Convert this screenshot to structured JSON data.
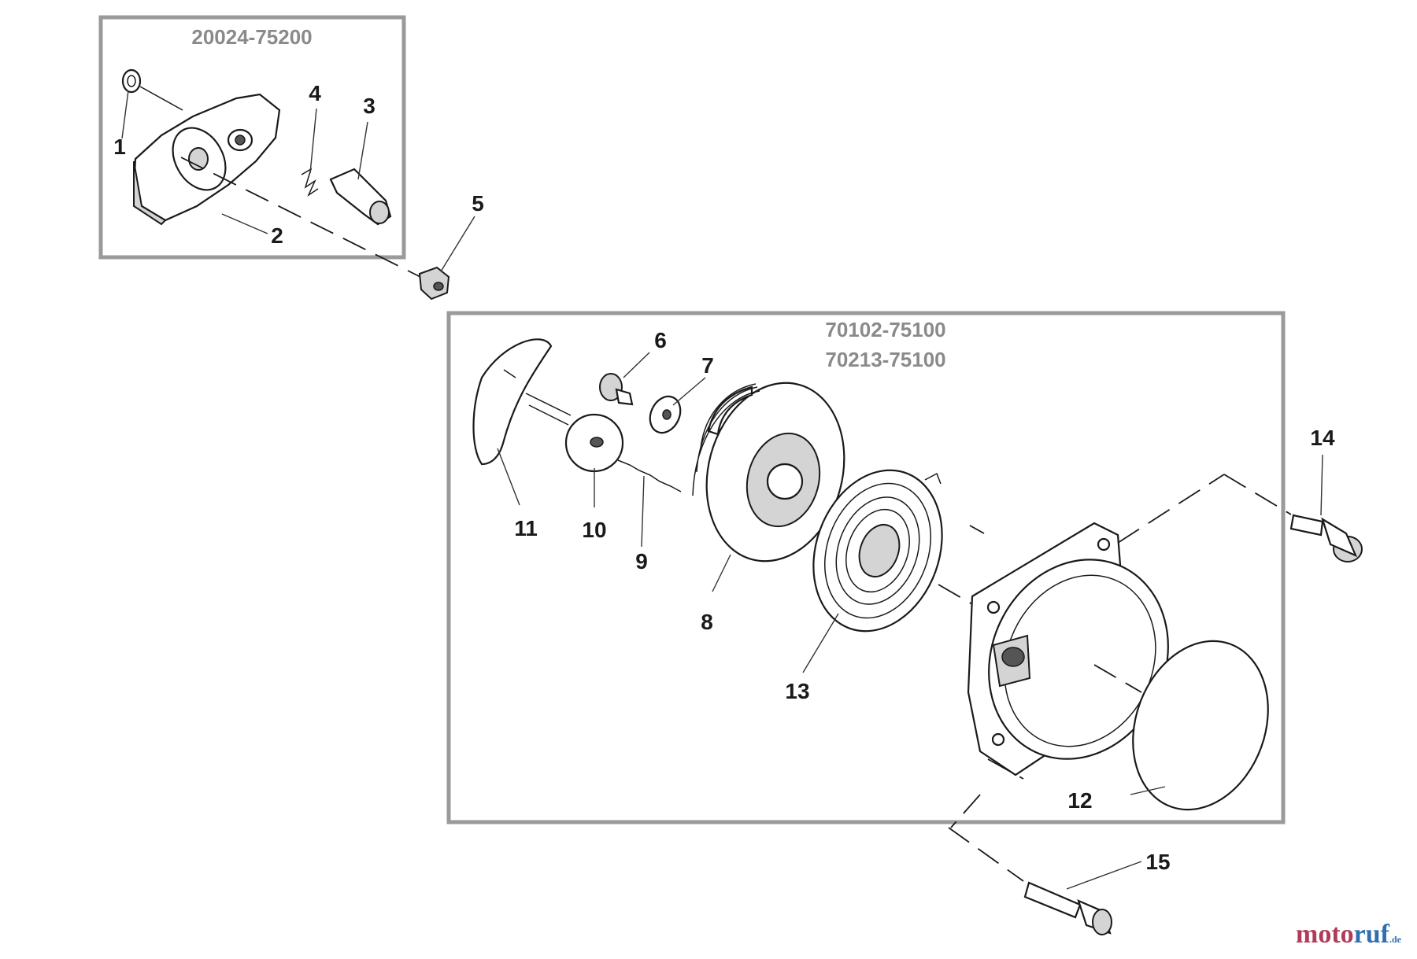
{
  "assemblies": [
    "20024-75200",
    "70102-75100",
    "70213-75100"
  ],
  "callouts": [
    "1",
    "2",
    "3",
    "4",
    "5",
    "6",
    "7",
    "8",
    "9",
    "10",
    "11",
    "12",
    "13",
    "14",
    "15"
  ],
  "watermark": {
    "part1": "moto",
    "part2": "ruf",
    "suffix": ".de"
  },
  "colors": {
    "frame": "#9a9a9a",
    "label": "#8a8a8a",
    "line": "#1a1a1a"
  }
}
